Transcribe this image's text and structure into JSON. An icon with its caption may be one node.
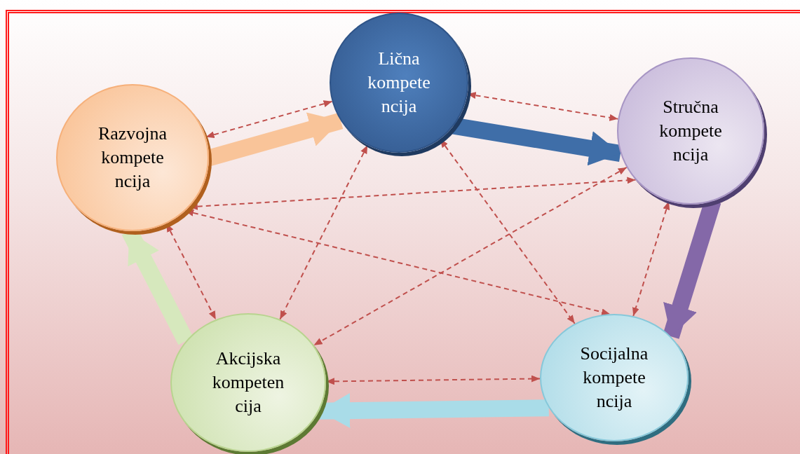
{
  "diagram": {
    "nodes": [
      {
        "text": [
          "Lična kompete ncija"
        ]
      },
      {
        "text": [
          "Razvojna kompete ncija"
        ]
      },
      {
        "text": [
          "Stručna kompete ncija"
        ]
      },
      {
        "text": [
          "Akcijska kompeten cija"
        ]
      },
      {
        "text": [
          "Socijalna kompete ncija"
        ]
      }
    ],
    "edges": [
      {
        "from": 1,
        "to": 0,
        "arrow": "both",
        "style": "dashed"
      },
      {
        "from": 0,
        "to": 2,
        "arrow": "both",
        "style": "dashed"
      },
      {
        "from": 1,
        "to": 2,
        "arrow": "both",
        "style": "dashed"
      },
      {
        "from": 1,
        "to": 3,
        "arrow": "both",
        "style": "dashed"
      },
      {
        "from": 1,
        "to": 4,
        "arrow": "both",
        "style": "dashed"
      },
      {
        "from": 0,
        "to": 3,
        "arrow": "both",
        "style": "dashed"
      },
      {
        "from": 0,
        "to": 4,
        "arrow": "both",
        "style": "dashed"
      },
      {
        "from": 2,
        "to": 3,
        "arrow": "both",
        "style": "dashed"
      },
      {
        "from": 2,
        "to": 4,
        "arrow": "both",
        "style": "dashed"
      },
      {
        "from": 3,
        "to": 4,
        "arrow": "both",
        "style": "dashed"
      },
      {
        "from": 1,
        "to": 0,
        "arrow": "to",
        "style": "thick",
        "color": "#f9c499"
      },
      {
        "from": 0,
        "to": 2,
        "arrow": "to",
        "style": "thick",
        "color": "#3f6ea8"
      },
      {
        "from": 2,
        "to": 4,
        "arrow": "to",
        "style": "thick",
        "color": "#8468a8"
      },
      {
        "from": 4,
        "to": 3,
        "arrow": "to",
        "style": "thick",
        "color": "#a9dce8"
      },
      {
        "from": 3,
        "to": 1,
        "arrow": "to",
        "style": "thick",
        "color": "#d6e8bd"
      }
    ]
  }
}
